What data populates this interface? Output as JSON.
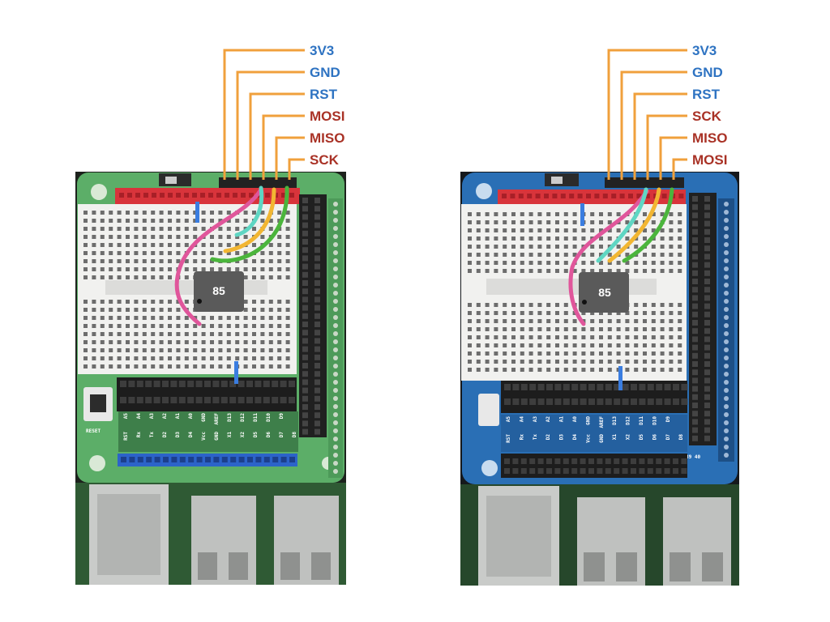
{
  "colors": {
    "power_label": "#2e73c2",
    "signal_label": "#a93226",
    "leader_line": "#f0a03c",
    "wire_pink": "#e0569b",
    "wire_cyan": "#5fd6c3",
    "wire_yellow": "#f2b632",
    "wire_green": "#4bb53c",
    "jumper_blue": "#3a7de0",
    "chip": "#5a5a5a",
    "board_left": "#5cae68",
    "board_right": "#2a6fb5",
    "header_red": "#d8343b",
    "header_blue": "#2c63c9"
  },
  "left_panel": {
    "pin_labels": [
      {
        "text": "3V3",
        "kind": "power"
      },
      {
        "text": "GND",
        "kind": "power"
      },
      {
        "text": "RST",
        "kind": "power"
      },
      {
        "text": "MOSI",
        "kind": "signal"
      },
      {
        "text": "MISO",
        "kind": "signal"
      },
      {
        "text": "SCK",
        "kind": "signal"
      }
    ],
    "chip_label": "85",
    "silkscreen_row1": [
      "A5",
      "A4",
      "A3",
      "A2",
      "A1",
      "A0",
      "GND",
      "AREF",
      "D13",
      "D12",
      "D11",
      "D10",
      "D9"
    ],
    "silkscreen_row2": [
      "RST",
      "Rx",
      "Tx",
      "D2",
      "D3",
      "D4",
      "Vcc",
      "GND",
      "X1",
      "X2",
      "D5",
      "D6",
      "D7",
      "D8"
    ],
    "reset_label": "RESET"
  },
  "right_panel": {
    "pin_labels": [
      {
        "text": "3V3",
        "kind": "power"
      },
      {
        "text": "GND",
        "kind": "power"
      },
      {
        "text": "RST",
        "kind": "power"
      },
      {
        "text": "SCK",
        "kind": "signal"
      },
      {
        "text": "MISO",
        "kind": "signal"
      },
      {
        "text": "MOSI",
        "kind": "signal"
      }
    ],
    "chip_label": "85",
    "silkscreen_row1": [
      "A5",
      "A4",
      "A3",
      "A2",
      "A1",
      "A0",
      "GND",
      "AREF",
      "D13",
      "D12",
      "D11",
      "D10",
      "D9"
    ],
    "silkscreen_row2": [
      "RST",
      "Rx",
      "Tx",
      "D2",
      "D3",
      "D4",
      "Vcc",
      "GND",
      "X1",
      "X2",
      "D5",
      "D6",
      "D7",
      "D8"
    ],
    "pin_numbers": "39 40"
  }
}
